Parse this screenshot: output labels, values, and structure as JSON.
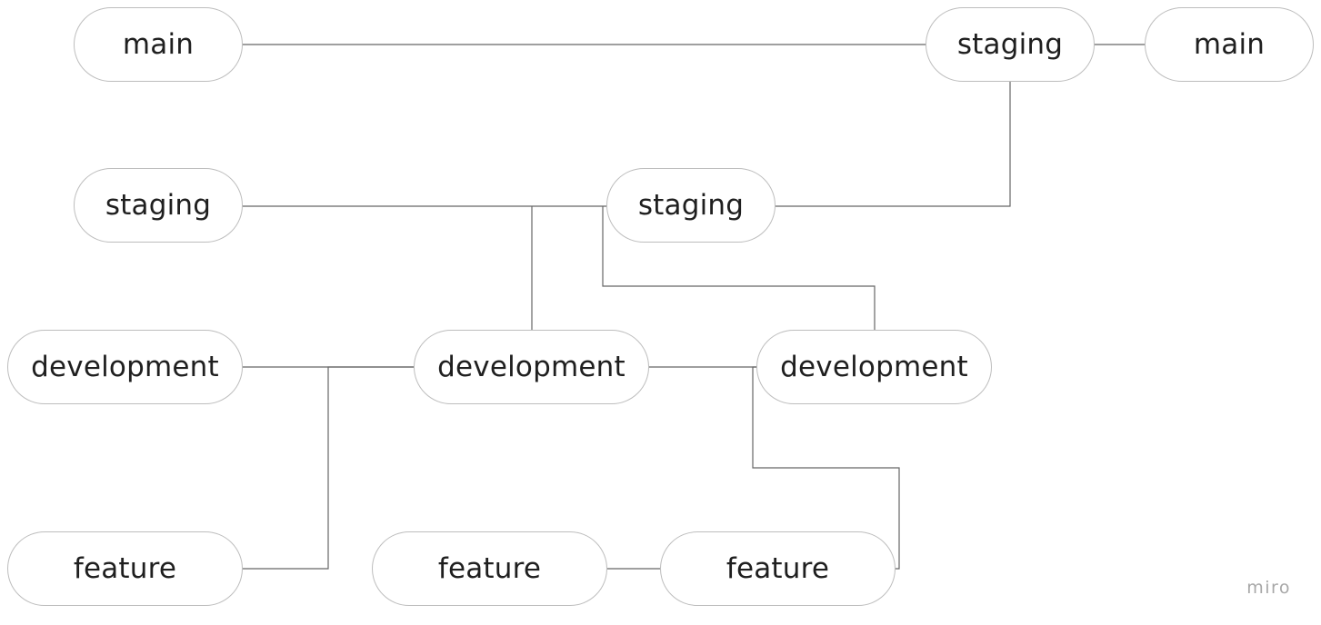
{
  "diagram": {
    "nodes": [
      {
        "id": "n1",
        "label": "main"
      },
      {
        "id": "n2",
        "label": "staging"
      },
      {
        "id": "n3",
        "label": "main"
      },
      {
        "id": "n4",
        "label": "staging"
      },
      {
        "id": "n5",
        "label": "staging"
      },
      {
        "id": "n6",
        "label": "development"
      },
      {
        "id": "n7",
        "label": "development"
      },
      {
        "id": "n8",
        "label": "development"
      },
      {
        "id": "n9",
        "label": "feature"
      },
      {
        "id": "n10",
        "label": "feature"
      },
      {
        "id": "n11",
        "label": "feature"
      }
    ],
    "edges": [
      {
        "from": "n1",
        "to": "n2"
      },
      {
        "from": "n2",
        "to": "n3"
      },
      {
        "from": "n2",
        "to": "n5"
      },
      {
        "from": "n4",
        "to": "n5"
      },
      {
        "from": "n4",
        "to": "n7"
      },
      {
        "from": "n5",
        "to": "n8"
      },
      {
        "from": "n6",
        "to": "n7"
      },
      {
        "from": "n9",
        "to": "n7"
      },
      {
        "from": "n7",
        "to": "n8"
      },
      {
        "from": "n10",
        "to": "n11"
      },
      {
        "from": "n11",
        "to": "n8"
      }
    ],
    "colors": {
      "node_border": "#bdbdbd",
      "connector": "#666666",
      "text": "#1f1f1f",
      "watermark": "#a8a8a8"
    }
  },
  "watermark": {
    "text": "miro"
  }
}
